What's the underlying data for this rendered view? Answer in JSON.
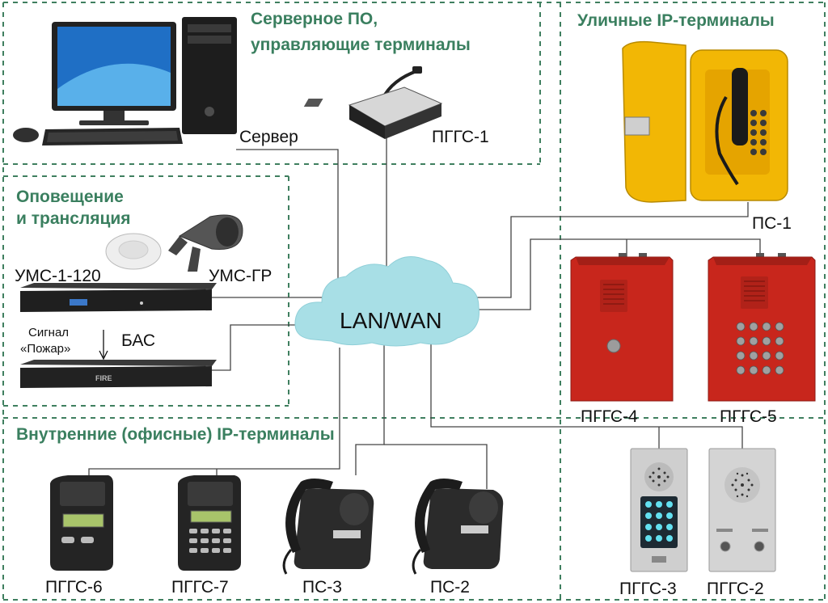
{
  "zones": {
    "server": {
      "title_line1": "Серверное ПО,",
      "title_line2": "управляющие терминалы"
    },
    "street": {
      "title": "Уличные IP-терминалы"
    },
    "broadcast": {
      "title_line1": "Оповещение",
      "title_line2": "и трансляция"
    },
    "office": {
      "title": "Внутренние (офисные) IP-терминалы"
    }
  },
  "network": {
    "label": "LAN/WAN"
  },
  "devices": {
    "server": "Сервер",
    "pggs1": "ПГГС-1",
    "ps1": "ПС-1",
    "ums1_120": "УМС-1-120",
    "ums_gr": "УМС-ГР",
    "bas": "БАС",
    "fire_signal_line1": "Сигнал",
    "fire_signal_line2": "«Пожар»",
    "pggs4": "ПГГС-4",
    "pggs5": "ПГГС-5",
    "pggs6": "ПГГС-6",
    "pggs7": "ПГГС-7",
    "ps3": "ПС-3",
    "ps2": "ПС-2",
    "pggs3": "ПГГС-3",
    "pggs2": "ПГГС-2",
    "fire_panel_text": "FIRE"
  },
  "colors": {
    "zone_border": "#3f7f5f",
    "zone_title": "#3a7f5f",
    "cloud": "#a8dfe6",
    "terminal_red": "#c8261c",
    "street_phone_yellow": "#f2b705"
  }
}
